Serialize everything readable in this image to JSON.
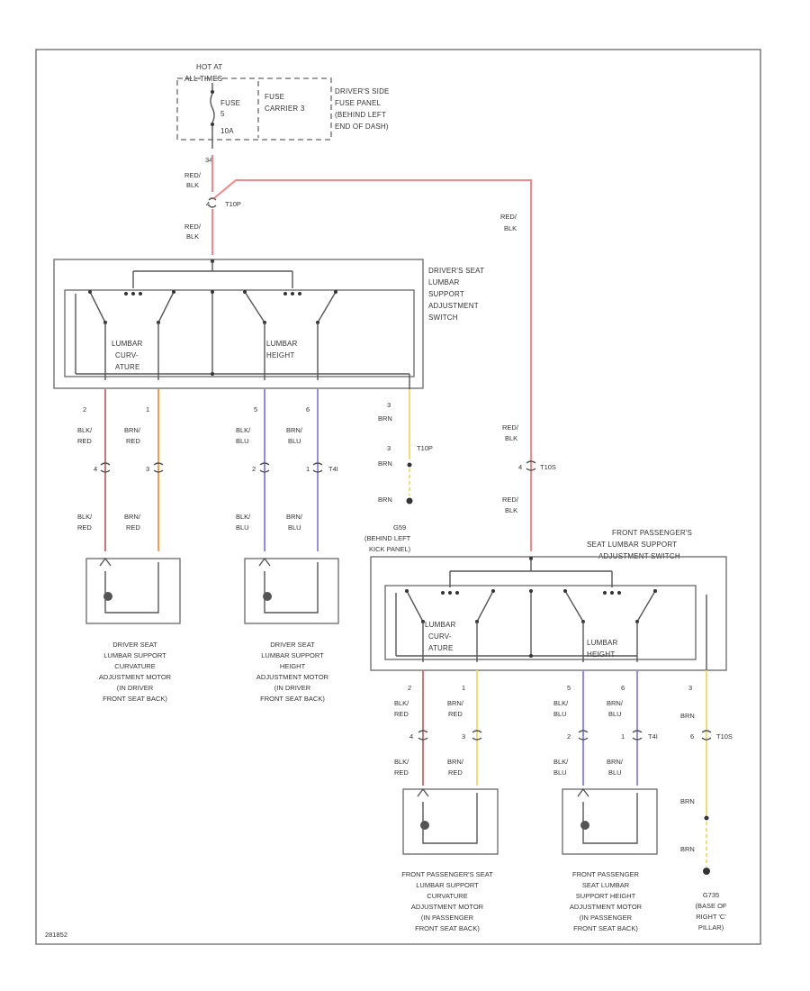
{
  "fuse": {
    "hot_lines": [
      "HOT AT",
      "ALL TIMES"
    ],
    "fuse_lines": [
      "FUSE",
      "5",
      "10A"
    ],
    "carrier_lines": [
      "FUSE",
      "CARRIER 3"
    ],
    "panel_lines": [
      "DRIVER'S SIDE",
      "FUSE PANEL",
      "(BEHIND LEFT",
      "END OF DASH)"
    ],
    "pin": "34"
  },
  "wires": {
    "red_blk": [
      "RED/",
      "BLK"
    ],
    "blk_red": [
      "BLK/",
      "RED"
    ],
    "brn_red": [
      "BRN/",
      "RED"
    ],
    "blk_blu": [
      "BLK/",
      "BLU"
    ],
    "brn_blu": [
      "BRN/",
      "BLU"
    ],
    "brn": "BRN"
  },
  "connectors": {
    "t10p": "T10P",
    "t4i": "T4I",
    "t10s": "T10S",
    "pin4": "4",
    "pin1": "1",
    "pin2": "2",
    "pin3": "3",
    "pin5": "5",
    "pin6": "6"
  },
  "driver_switch": {
    "label_lines": [
      "DRIVER'S SEAT",
      "LUMBAR",
      "SUPPORT",
      "ADJUSTMENT",
      "SWITCH"
    ],
    "curvature_lines": [
      "LUMBAR",
      "CURV-",
      "ATURE"
    ],
    "height_lines": [
      "LUMBAR",
      "HEIGHT"
    ]
  },
  "passenger_switch": {
    "label_lines": [
      "FRONT PASSENGER'S",
      "SEAT LUMBAR SUPPORT",
      "ADJUSTMENT SWITCH"
    ],
    "curvature_lines": [
      "LUMBAR",
      "CURV-",
      "ATURE"
    ],
    "height_lines": [
      "LUMBAR",
      "HEIGHT"
    ]
  },
  "ground_left": {
    "label_lines": [
      "G59",
      "(BEHIND LEFT",
      "KICK PANEL)"
    ]
  },
  "ground_right": {
    "label_lines": [
      "G735",
      "(BASE OF",
      "RIGHT 'C'",
      "PILLAR)"
    ]
  },
  "motors": {
    "driver_curvature": [
      "DRIVER SEAT",
      "LUMBAR SUPPORT",
      "CURVATURE",
      "ADJUSTMENT MOTOR",
      "(IN DRIVER",
      "FRONT SEAT BACK)"
    ],
    "driver_height": [
      "DRIVER SEAT",
      "LUMBAR SUPPORT",
      "HEIGHT",
      "ADJUSTMENT MOTOR",
      "(IN DRIVER",
      "FRONT SEAT BACK)"
    ],
    "pass_curvature": [
      "FRONT PASSENGER'S SEAT",
      "LUMBAR SUPPORT",
      "CURVATURE",
      "ADJUSTMENT MOTOR",
      "(IN PASSENGER",
      "FRONT SEAT BACK)"
    ],
    "pass_height": [
      "FRONT PASSENGER",
      "SEAT LUMBAR",
      "SUPPORT HEIGHT",
      "ADJUSTMENT MOTOR",
      "(IN PASSENGER",
      "FRONT SEAT BACK)"
    ]
  },
  "footer_code": "281852",
  "colors": {
    "red_wire": "#f08a8a",
    "orange_wire": "#f0a050",
    "blue_wire": "#8c8cf0",
    "purple_wire": "#9d8cd8",
    "yellow_wire": "#f0dc78",
    "blk_red_wire": "#c87878",
    "line": "#555555"
  }
}
